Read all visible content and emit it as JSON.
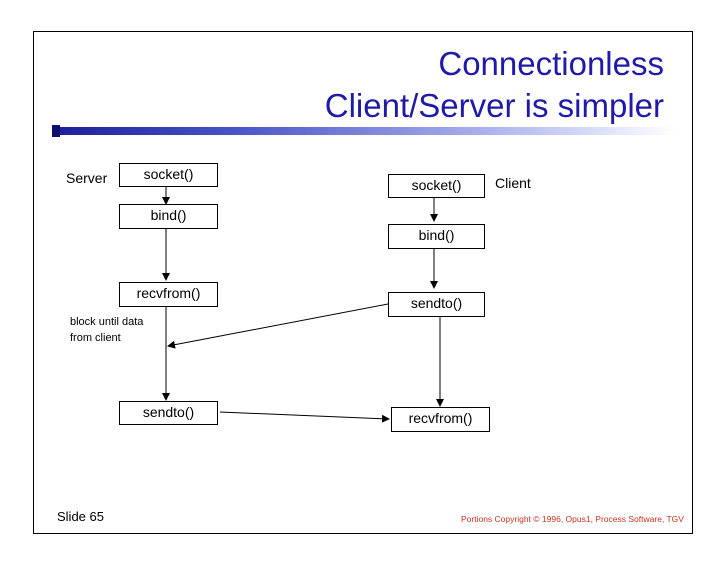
{
  "title": {
    "line1": "Connectionless",
    "line2": "Client/Server is simpler"
  },
  "server": {
    "label": "Server",
    "socket": "socket()",
    "bind": "bind()",
    "recvfrom": "recvfrom()",
    "sendto": "sendto()",
    "note_line1": "block until data",
    "note_line2": "from client"
  },
  "client": {
    "label": "Client",
    "socket": "socket()",
    "bind": "bind()",
    "sendto": "sendto()",
    "recvfrom": "recvfrom()"
  },
  "footer": {
    "slide": "Slide 65",
    "copyright": "Portions Copyright © 1996, Opus1, Process Software, TGV"
  },
  "colors": {
    "title": "#1f1aa8",
    "accent_bar": "#1b1f9a",
    "copyright": "#c8321e"
  }
}
